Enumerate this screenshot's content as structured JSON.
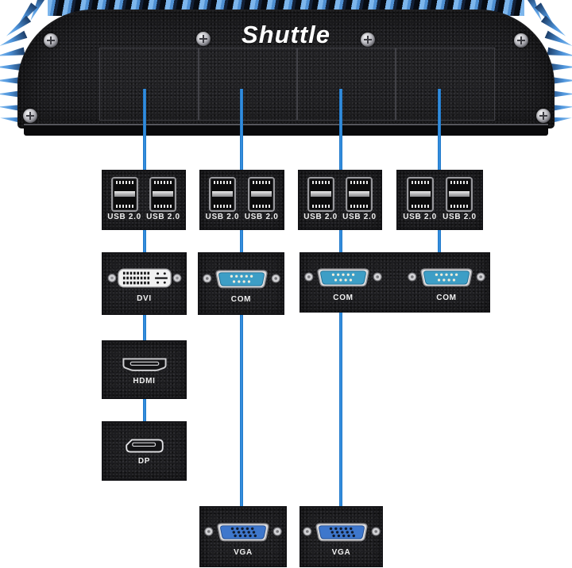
{
  "brand": "Shuttle",
  "ports": {
    "usb": "USB 2.0",
    "dvi": "DVI",
    "com": "COM",
    "hdmi": "HDMI",
    "dp": "DP",
    "vga": "VGA"
  },
  "colors": {
    "connector_line": "#1f82d8",
    "heatsink_blue": "#5da0e6",
    "panel_black": "#1e1e21",
    "com_face": "#3d9ec6",
    "vga_face": "#3e77cc"
  },
  "diagram": {
    "slots": 4,
    "columns": [
      {
        "slot": 1,
        "chain": [
          "usb",
          "dvi",
          "hdmi",
          "dp"
        ]
      },
      {
        "slot": 2,
        "chain": [
          "usb",
          "com",
          "vga"
        ]
      },
      {
        "slot": 3,
        "chain": [
          "usb",
          "com",
          "vga"
        ]
      },
      {
        "slot": 4,
        "chain": [
          "usb",
          "com"
        ]
      }
    ]
  }
}
